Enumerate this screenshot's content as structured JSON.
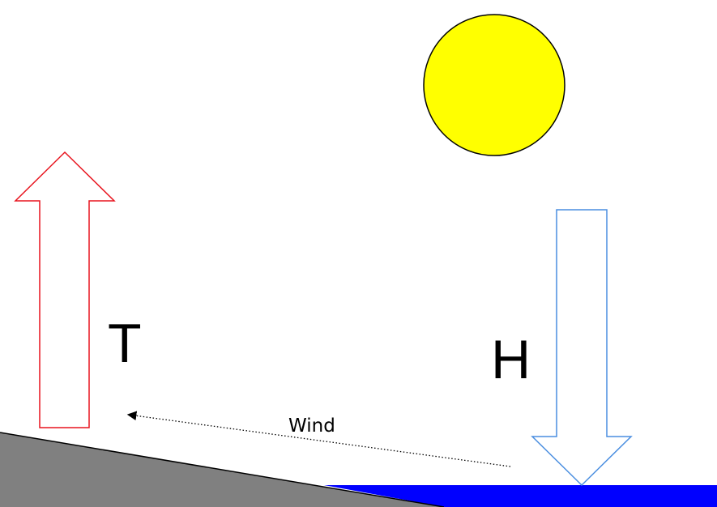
{
  "labels": {
    "left_arrow": "T",
    "right_arrow": "H",
    "wind": "Wind"
  },
  "colors": {
    "sun_fill": "#ffff00",
    "sun_stroke": "#000000",
    "up_arrow_stroke": "#e8141e",
    "down_arrow_stroke": "#4a8ee0",
    "ground": "#808080",
    "water": "#0000ff",
    "wind_line": "#000000"
  },
  "icons": {
    "sun": "sun-icon",
    "up_arrow": "up-arrow-icon",
    "down_arrow": "down-arrow-icon",
    "wind_arrow": "dotted-arrow-icon"
  }
}
